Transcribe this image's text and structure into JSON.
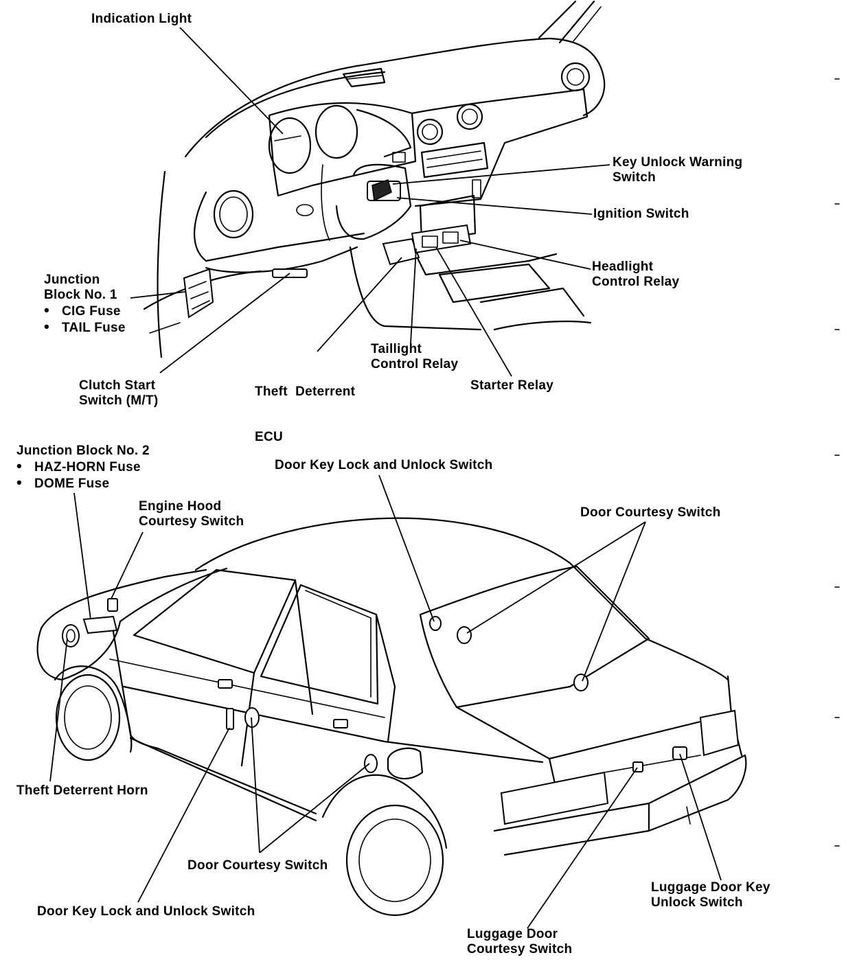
{
  "dashboard_labels": {
    "indication_light": [
      "Indication Light"
    ],
    "key_unlock_warning_switch": [
      "Key Unlock Warning",
      "Switch"
    ],
    "ignition_switch": [
      "Ignition Switch"
    ],
    "headlight_control_relay": [
      "Headlight",
      "Control Relay"
    ],
    "junction_block_1": {
      "title": [
        "Junction",
        "Block No. 1"
      ],
      "fuses": [
        "CIG Fuse",
        "TAIL Fuse"
      ]
    },
    "theft_deterrent_ecu": [
      "Theft  Deterrent",
      "ECU"
    ],
    "taillight_control_relay": [
      "Taillight",
      "Control Relay"
    ],
    "starter_relay": [
      "Starter Relay"
    ],
    "clutch_start_switch": [
      "Clutch Start",
      "Switch (M/T)"
    ]
  },
  "car_labels": {
    "junction_block_2": {
      "title": [
        "Junction Block No. 2"
      ],
      "fuses": [
        "HAZ-HORN Fuse",
        "DOME Fuse"
      ]
    },
    "engine_hood_courtesy_switch": [
      "Engine Hood",
      "Courtesy Switch"
    ],
    "door_key_lock_switch_top": [
      "Door Key Lock and Unlock Switch"
    ],
    "door_courtesy_switch_top": [
      "Door Courtesy Switch"
    ],
    "theft_deterrent_horn": [
      "Theft Deterrent Horn"
    ],
    "door_courtesy_switch_bottom": [
      "Door Courtesy Switch"
    ],
    "door_key_lock_switch_bottom": [
      "Door Key Lock and Unlock Switch"
    ],
    "luggage_door_key_unlock_switch": [
      "Luggage Door Key",
      "Unlock Switch"
    ],
    "luggage_door_courtesy_switch": [
      "Luggage Door",
      "Courtesy Switch"
    ]
  }
}
